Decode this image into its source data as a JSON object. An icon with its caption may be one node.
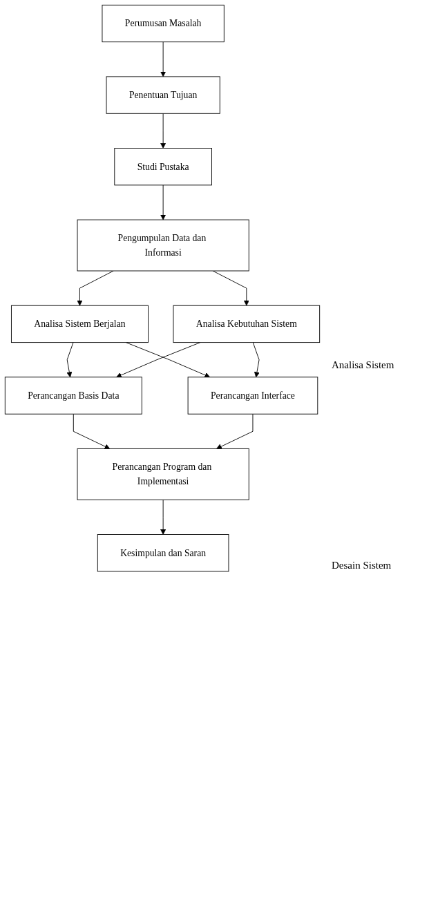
{
  "diagram": {
    "nodes": [
      {
        "text": [
          "Perumusan Masalah"
        ]
      },
      {
        "text": [
          "Penentuan Tujuan"
        ]
      },
      {
        "text": [
          "Studi Pustaka"
        ]
      },
      {
        "text": [
          "Pengumpulan Data dan Informasi"
        ]
      },
      {
        "text": [
          "Analisa Sistem Berjalan"
        ]
      },
      {
        "text": [
          "Analisa Kebutuhan Sistem"
        ]
      },
      {
        "text": [
          "Perancangan Basis Data"
        ]
      },
      {
        "text": [
          "Perancangan Interface"
        ]
      },
      {
        "text": [
          "Perancangan Program dan Implementasi"
        ]
      },
      {
        "text": [
          "Kesimpulan dan Saran"
        ]
      }
    ],
    "edges": [
      {
        "from": 0,
        "to": 1,
        "arrow": "to"
      },
      {
        "from": 1,
        "to": 2,
        "arrow": "to"
      },
      {
        "from": 2,
        "to": 3,
        "arrow": "to"
      },
      {
        "from": 3,
        "to": 4,
        "arrow": "to"
      },
      {
        "from": 3,
        "to": 5,
        "arrow": "to"
      },
      {
        "from": 4,
        "to": 6,
        "arrow": "to"
      },
      {
        "from": 4,
        "to": 7,
        "arrow": "to"
      },
      {
        "from": 5,
        "to": 6,
        "arrow": "to"
      },
      {
        "from": 5,
        "to": 7,
        "arrow": "to"
      },
      {
        "from": 6,
        "to": 8,
        "arrow": "to"
      },
      {
        "from": 7,
        "to": 8,
        "arrow": "to"
      },
      {
        "from": 8,
        "to": 9,
        "arrow": "to"
      }
    ],
    "labels": [
      "Analisa Sistem",
      "Desain Sistem"
    ]
  }
}
